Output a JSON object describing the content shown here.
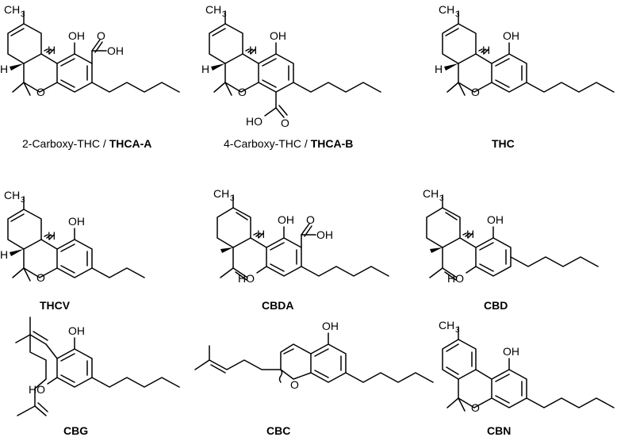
{
  "atoms": {
    "methyl": "CH",
    "methyl_sub": "3",
    "hydroxyl": "OH",
    "hydrogen": "H",
    "oxygen": "O",
    "acid_ho": "HO",
    "acid_o": "O"
  },
  "compounds": [
    {
      "id": "thca-a",
      "caption_plain": "2-Carboxy-THC / ",
      "caption_bold": "THCA-A"
    },
    {
      "id": "thca-b",
      "caption_plain": "4-Carboxy-THC / ",
      "caption_bold": "THCA-B"
    },
    {
      "id": "thc",
      "caption_plain": "",
      "caption_bold": "THC"
    },
    {
      "id": "thcv",
      "caption_plain": "",
      "caption_bold": "THCV"
    },
    {
      "id": "cbda",
      "caption_plain": "",
      "caption_bold": "CBDA"
    },
    {
      "id": "cbd",
      "caption_plain": "",
      "caption_bold": "CBD"
    },
    {
      "id": "cbg",
      "caption_plain": "",
      "caption_bold": "CBG"
    },
    {
      "id": "cbc",
      "caption_plain": "",
      "caption_bold": "CBC"
    },
    {
      "id": "cbn",
      "caption_plain": "",
      "caption_bold": "CBN"
    }
  ]
}
